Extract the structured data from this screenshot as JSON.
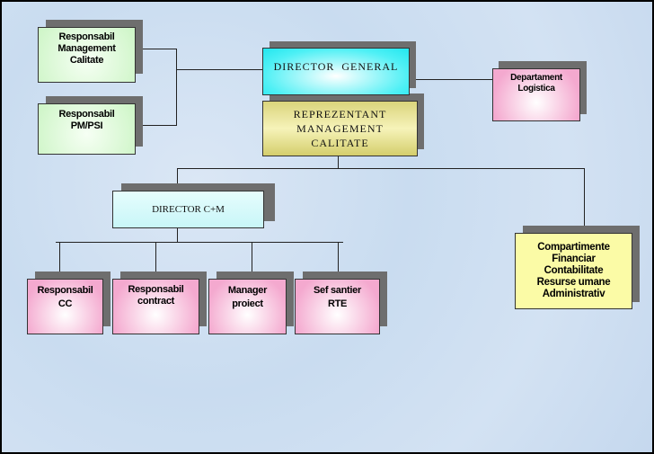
{
  "nodes": {
    "resp_mgmt_calitate": {
      "lines": [
        "Responsabil",
        "Management",
        "Calitate"
      ]
    },
    "resp_pm_psi": {
      "lines": [
        "Responsabil",
        "PM/PSI"
      ]
    },
    "director_general": {
      "lines": [
        "DIRECTOR  GENERAL"
      ]
    },
    "dept_logistica": {
      "lines": [
        "Departament",
        "Logistica"
      ]
    },
    "reprezentant": {
      "lines": [
        "REPREZENTANT",
        "MANAGEMENT",
        "CALITATE"
      ]
    },
    "director_cm": {
      "lines": [
        "DIRECTOR C+M"
      ]
    },
    "compartimente": {
      "lines": [
        "Compartimente",
        "Financiar",
        "Contabilitate",
        "Resurse umane",
        "Administrativ"
      ]
    },
    "resp_cc": {
      "lines": [
        "Responsabil",
        "CC"
      ]
    },
    "resp_contract": {
      "lines": [
        "Responsabil",
        "contract"
      ]
    },
    "manager_proiect": {
      "lines": [
        "Manager",
        "proiect"
      ]
    },
    "sef_santier": {
      "lines": [
        "Sef santier",
        "RTE"
      ]
    }
  },
  "colors": {
    "green": "#cdf5c6",
    "cyan": "#22e6ee",
    "olive": "#dad47c",
    "pink": "#f4a9cf",
    "yellow": "#fbfba6",
    "background": "#c9dcf0"
  }
}
